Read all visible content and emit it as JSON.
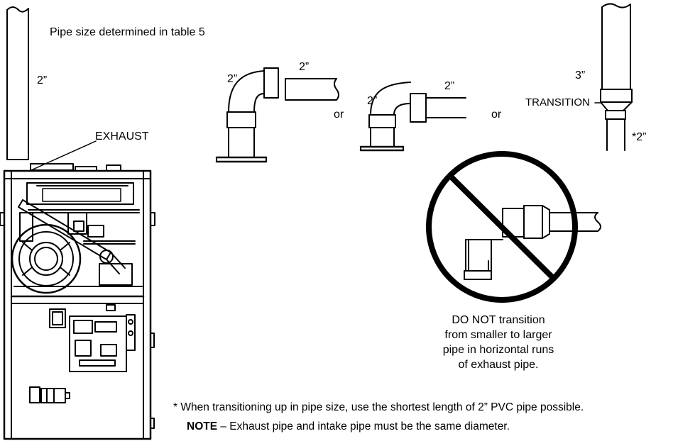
{
  "diagram": {
    "header_note": "Pipe size determined in table 5",
    "vertical_pipe_size": "2”",
    "exhaust_label": "EXHAUST",
    "elbow_a_size": "2”",
    "loose_pipe_size": "2”",
    "or_1": "or",
    "elbow_b_size": "2”",
    "straight_pipe_size": "2”",
    "or_2": "or",
    "upper_pipe_size": "3”",
    "transition_label": "TRANSITION",
    "lower_pipe_size": "*2”",
    "warning_lines": [
      "DO NOT transition",
      "from smaller to larger",
      "pipe in horizontal runs",
      "of exhaust pipe."
    ],
    "footnote": "* When transitioning up in pipe size, use the shortest length of 2” PVC pipe possible.",
    "note_label": "NOTE",
    "note_text": " – Exhaust pipe and intake pipe must be the same diameter."
  }
}
